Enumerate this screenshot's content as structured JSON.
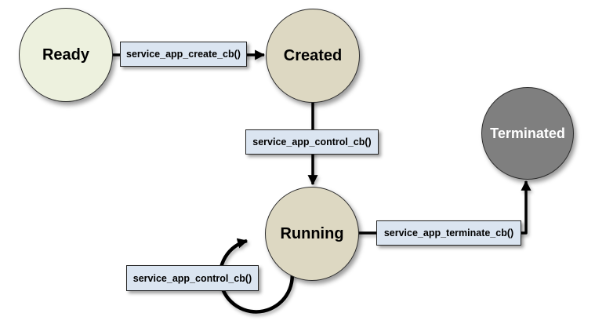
{
  "diagram": {
    "type": "state-diagram",
    "background": "#ffffff"
  },
  "states": [
    {
      "id": "ready",
      "label": "Ready",
      "fill": "#edf1de",
      "text_color": "#000000"
    },
    {
      "id": "created",
      "label": "Created",
      "fill": "#ddd8c2",
      "text_color": "#000000"
    },
    {
      "id": "running",
      "label": "Running",
      "fill": "#ddd8c2",
      "text_color": "#000000"
    },
    {
      "id": "terminated",
      "label": "Terminated",
      "fill": "#7f7f7f",
      "text_color": "#ffffff"
    }
  ],
  "transitions": [
    {
      "id": "ready-to-created",
      "label": "service_app_create_cb()",
      "from": "Ready",
      "to": "Created"
    },
    {
      "id": "created-to-running",
      "label": "service_app_control_cb()",
      "from": "Created",
      "to": "Running"
    },
    {
      "id": "running-to-terminated",
      "label": "service_app_terminate_cb()",
      "from": "Running",
      "to": "Terminated"
    },
    {
      "id": "running-self-loop",
      "label": "service_app_control_cb()",
      "from": "Running",
      "to": "Running"
    }
  ],
  "colors": {
    "label_box_fill": "#dbe5f1",
    "label_box_border": "#232323",
    "node_border": "#2d2d2d",
    "arrow": "#000000"
  }
}
